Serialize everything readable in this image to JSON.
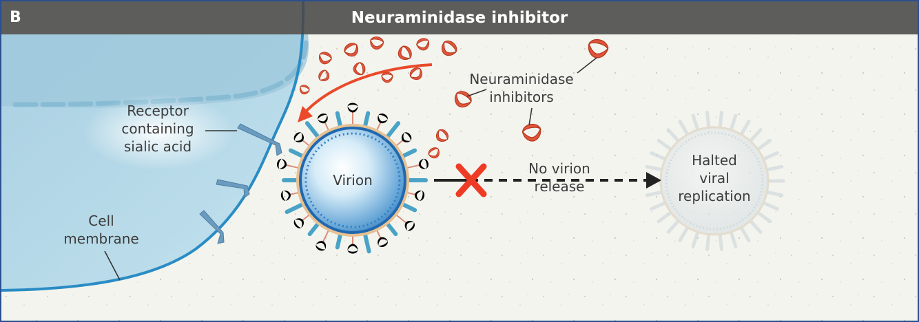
{
  "figure": {
    "panel_letter": "B",
    "title": "Neuraminidase inhibitor",
    "labels": {
      "receptor_l1": "Receptor",
      "receptor_l2": "containing",
      "receptor_l3": "sialic acid",
      "cell_l1": "Cell",
      "cell_l2": "membrane",
      "virion": "Virion",
      "inhibitors_l1": "Neuraminidase",
      "inhibitors_l2": "inhibitors",
      "no_release_l1": "No virion",
      "no_release_l2": "release",
      "halted_l1": "Halted",
      "halted_l2": "viral",
      "halted_l3": "replication"
    }
  },
  "colors": {
    "title_bar": "#484848",
    "cell": "#b9dbe8",
    "membrane": "#2a8cc4",
    "inhibitor": "#e0563c",
    "block_x": "#ee3b25",
    "spike": "#4aa3c6",
    "frame": "#2b4f8f"
  }
}
